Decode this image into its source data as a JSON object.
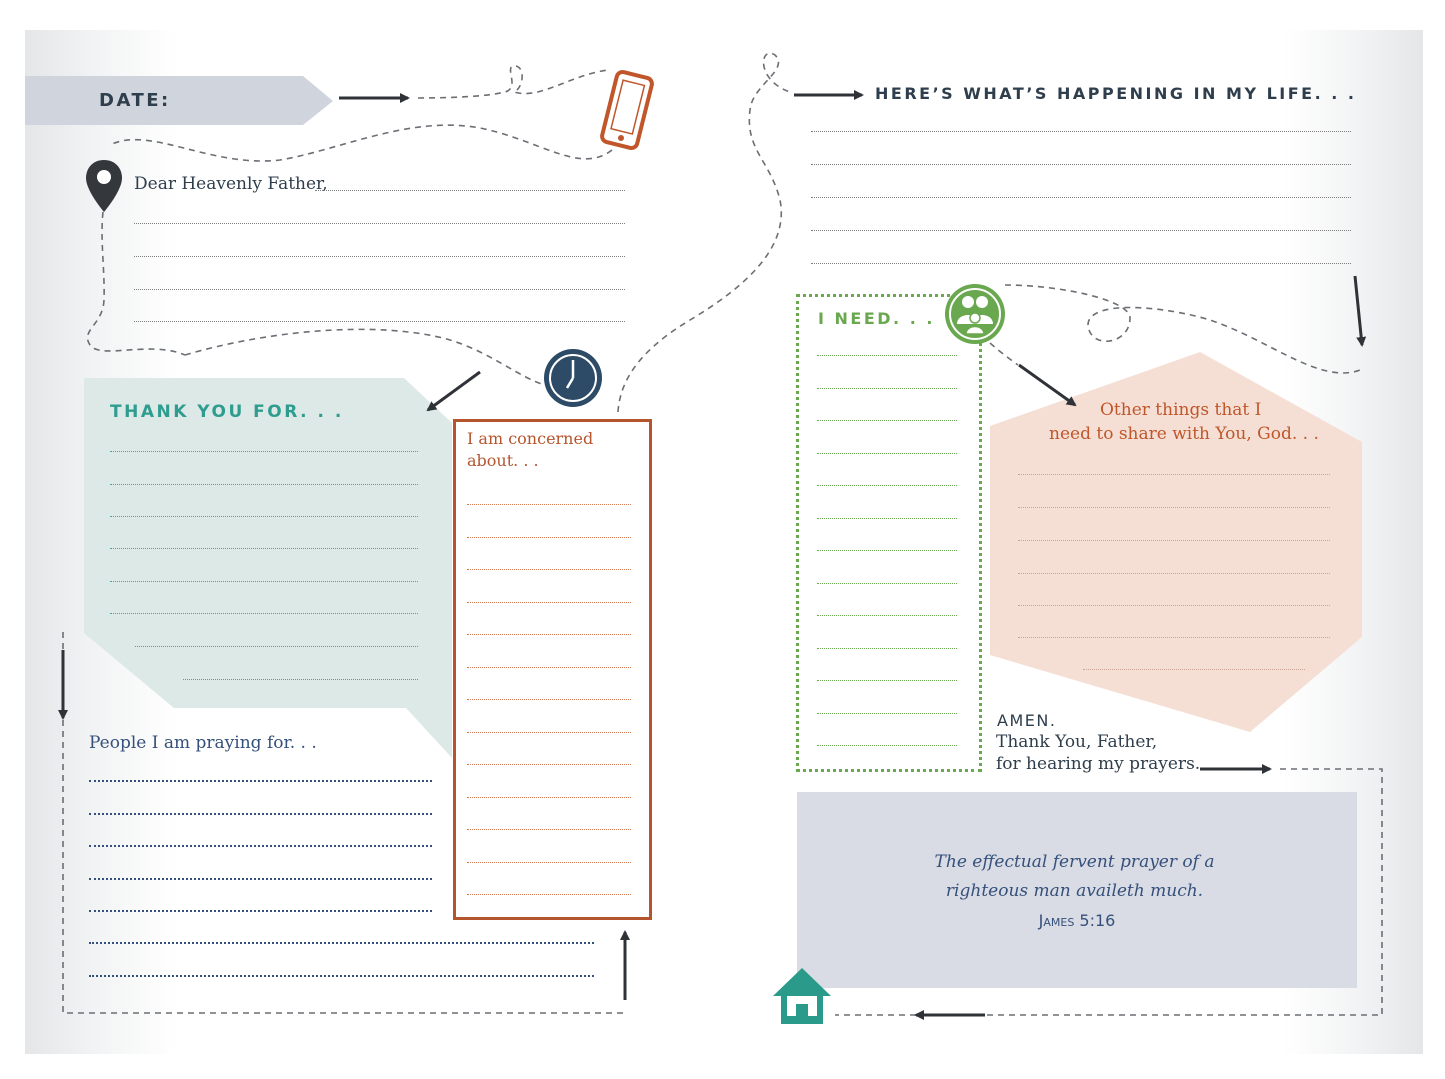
{
  "date_label": "DATE:",
  "greeting": "Dear Heavenly Father,",
  "thank_you_heading": "THANK YOU FOR. . .",
  "concerned_heading_line1": "I am concerned",
  "concerned_heading_line2": "about. . .",
  "people_heading": "People I am praying for. . .",
  "happening_heading": "HERE’S WHAT’S HAPPENING IN MY LIFE. . .",
  "need_heading": "I NEED. . .",
  "other_heading_line1": "Other things that I",
  "other_heading_line2": "need to share with You, God. . .",
  "amen": {
    "line1": "AMEN.",
    "line2": "Thank You, Father,",
    "line3": "for hearing my prayers."
  },
  "verse": {
    "line1": "The effectual fervent prayer of a",
    "line2": "righteous man availeth much.",
    "reference": "James 5:16"
  },
  "icons": [
    "phone-icon",
    "map-pin-icon",
    "clock-icon",
    "people-icon",
    "home-icon"
  ],
  "colors": {
    "date_banner": "#d0d4dd",
    "thank_you_panel": "#dde9e7",
    "thank_you_text": "#2e9d8f",
    "concerned_border": "#b4552e",
    "concerned_text": "#b4552e",
    "need_border": "#6aa84f",
    "other_panel": "#f5dfd5",
    "other_text": "#c0562a",
    "verse_panel": "#d9dce5",
    "people_text": "#35507a",
    "heading_dark": "#2f3e4c",
    "home_icon": "#2a9b8a",
    "clock_icon": "#2d4a66",
    "people_icon": "#6aa84f",
    "phone_icon": "#c0562a"
  }
}
